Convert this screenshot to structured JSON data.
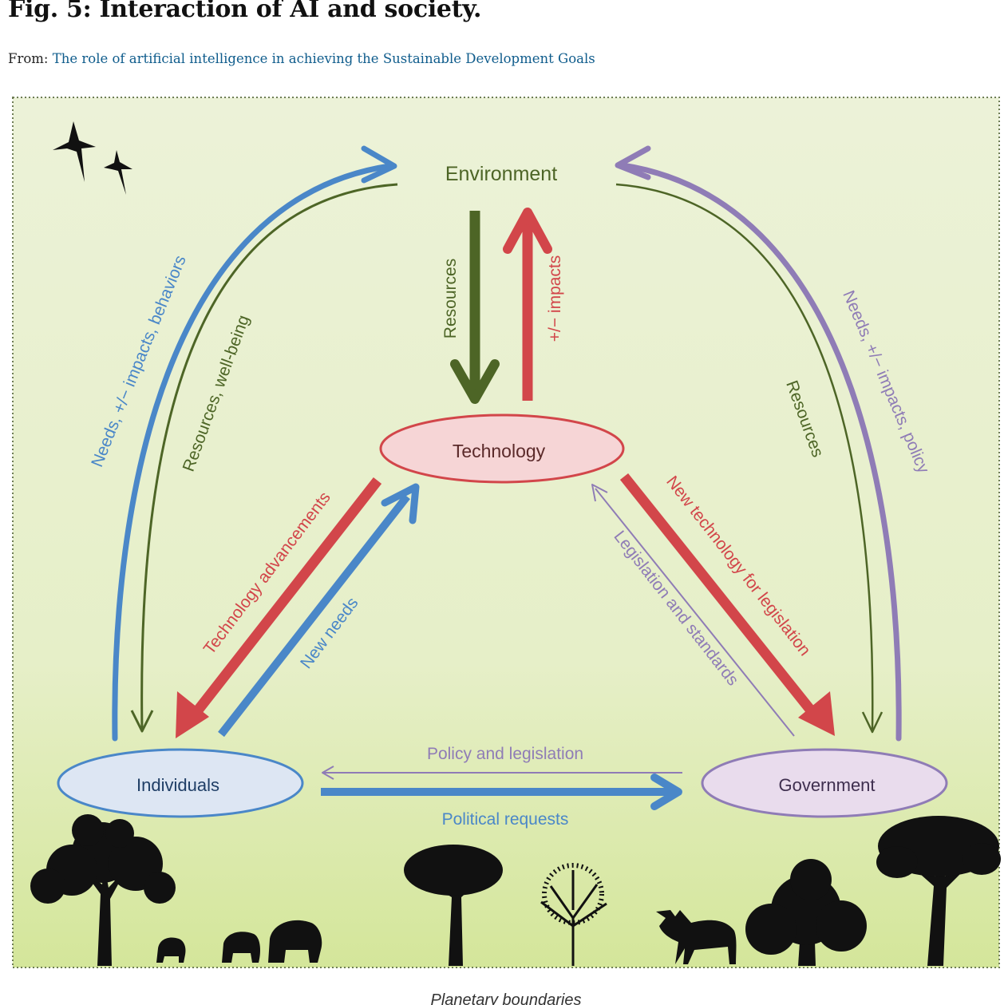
{
  "figure": {
    "title": "Fig. 5: Interaction of AI and society.",
    "from_prefix": "From: ",
    "from_link": "The role of artificial intelligence in achieving the Sustainable Development Goals"
  },
  "nodes": {
    "environment": "Environment",
    "technology": "Technology",
    "individuals": "Individuals",
    "government": "Government"
  },
  "edges": {
    "env_to_tech": "Resources",
    "tech_to_env": "+/− impacts",
    "ind_to_env": "Needs, +/− impacts, behaviors",
    "env_to_ind": "Resources, well-being",
    "gov_to_env": "Needs, +/− impacts, policy",
    "env_to_gov": "Resources",
    "tech_to_ind": "Technology advancements",
    "ind_to_tech": "New needs",
    "tech_to_gov": "New technology for legislation",
    "gov_to_tech": "Legislation and standards",
    "gov_to_ind": "Policy and legislation",
    "ind_to_gov": "Political requests"
  },
  "footer_caption": "Planetary boundaries",
  "colors": {
    "blue": "#4a87c8",
    "green": "#4d6526",
    "red": "#d2464a",
    "purple": "#8f7cb6",
    "tech_fill": "#f6d5d6",
    "ind_fill": "#dde6f3",
    "gov_fill": "#e9dced",
    "link": "#0f5c8c"
  }
}
